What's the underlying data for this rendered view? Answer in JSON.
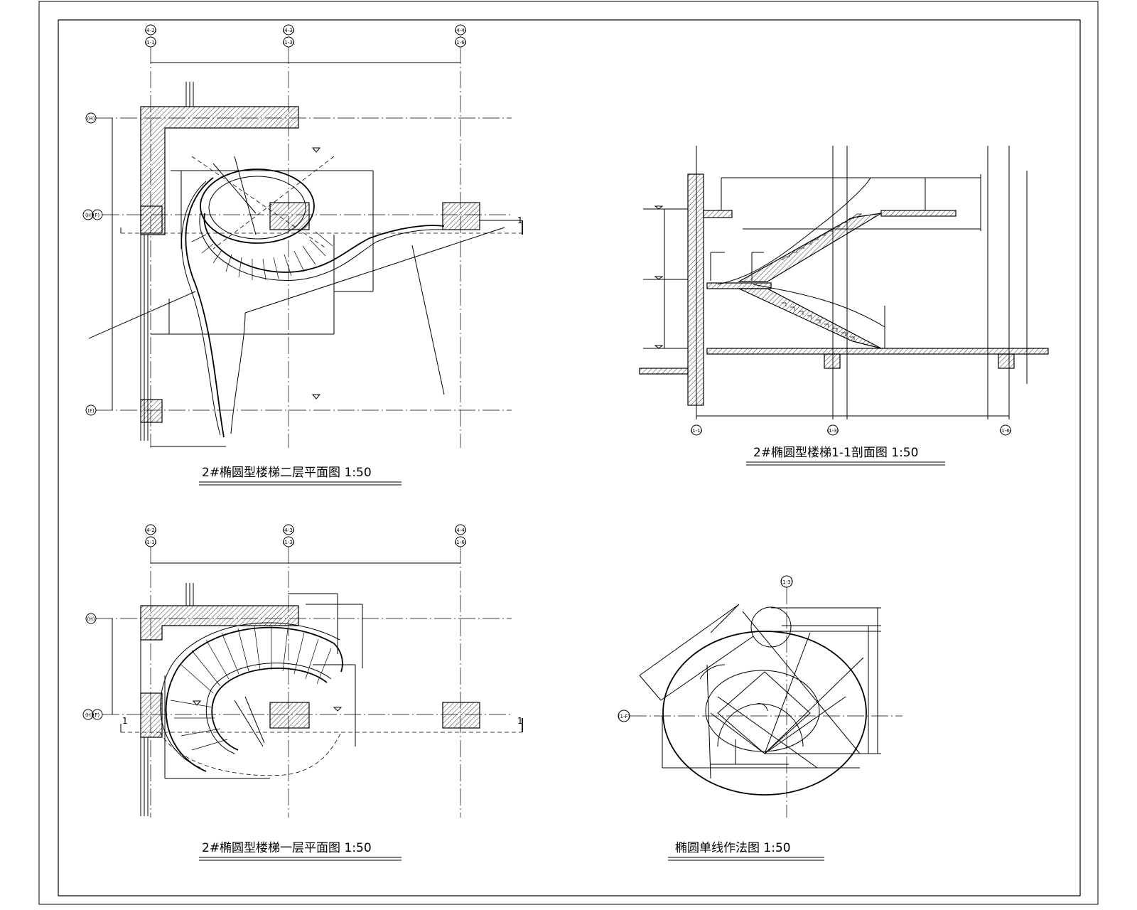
{
  "drawings": {
    "plan_2f": {
      "title": "2#椭圆型楼梯二层平面图 1:50",
      "grid_top_upper": [
        "(4-2)",
        "(4-3)",
        "(4-4)"
      ],
      "grid_top_lower": [
        "(1-1)",
        "(1-3)",
        "(1-6)"
      ],
      "grid_left": [
        "(H)",
        "(H)(F)",
        "(F)"
      ],
      "section_mark": "1"
    },
    "section_1_1": {
      "title": "2#椭圆型楼梯1-1剖面图 1:50",
      "grid_bottom": [
        "(1-1)",
        "(1-3)",
        "(1-6)"
      ]
    },
    "plan_1f": {
      "title": "2#椭圆型楼梯一层平面图 1:50",
      "grid_top_upper": [
        "(4-2)",
        "(4-3)",
        "(4-4)"
      ],
      "grid_top_lower": [
        "(1-1)",
        "(1-3)",
        "(1-6)"
      ],
      "grid_left": [
        "(H)",
        "(H)(F)"
      ],
      "section_mark": "1"
    },
    "ellipse_method": {
      "title": "椭圆单线作法图 1:50",
      "grid_top": "(1-3)",
      "grid_left": "(1-F)"
    }
  }
}
